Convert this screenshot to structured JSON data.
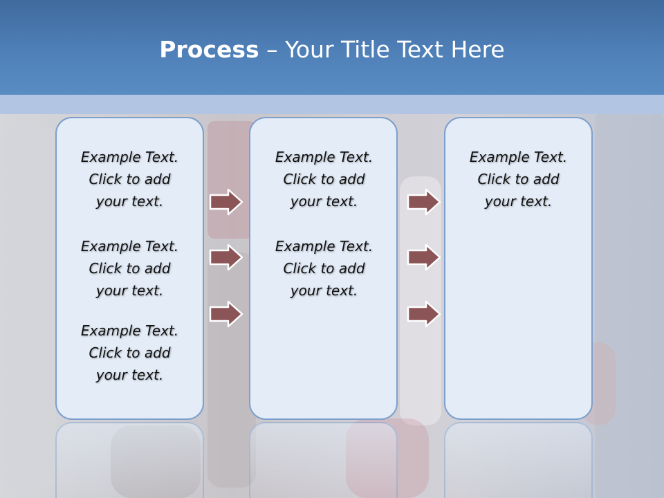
{
  "title": {
    "bold": "Process",
    "rest": " – Your Title Text Here"
  },
  "colors": {
    "banner": "#4f80b8",
    "box_fill": "#e3ecf7",
    "box_border": "#7d9fcc",
    "arrow_fill": "#8b5558",
    "arrow_border": "#ffffff"
  },
  "columns": [
    {
      "items": [
        {
          "line1": "Example Text.",
          "line2": "Click  to add",
          "line3": "your text."
        },
        {
          "line1": "Example Text.",
          "line2": "Click  to add",
          "line3": "your text."
        },
        {
          "line1": "Example Text.",
          "line2": "Click  to add",
          "line3": "your text."
        }
      ]
    },
    {
      "items": [
        {
          "line1": "Example Text.",
          "line2": "Click  to add",
          "line3": "your text."
        },
        {
          "line1": "Example Text.",
          "line2": "Click  to add",
          "line3": "your text."
        }
      ]
    },
    {
      "items": [
        {
          "line1": "Example Text.",
          "line2": "Click  to add",
          "line3": "your text."
        }
      ]
    }
  ],
  "arrows": {
    "icon": "right-arrow-icon"
  }
}
